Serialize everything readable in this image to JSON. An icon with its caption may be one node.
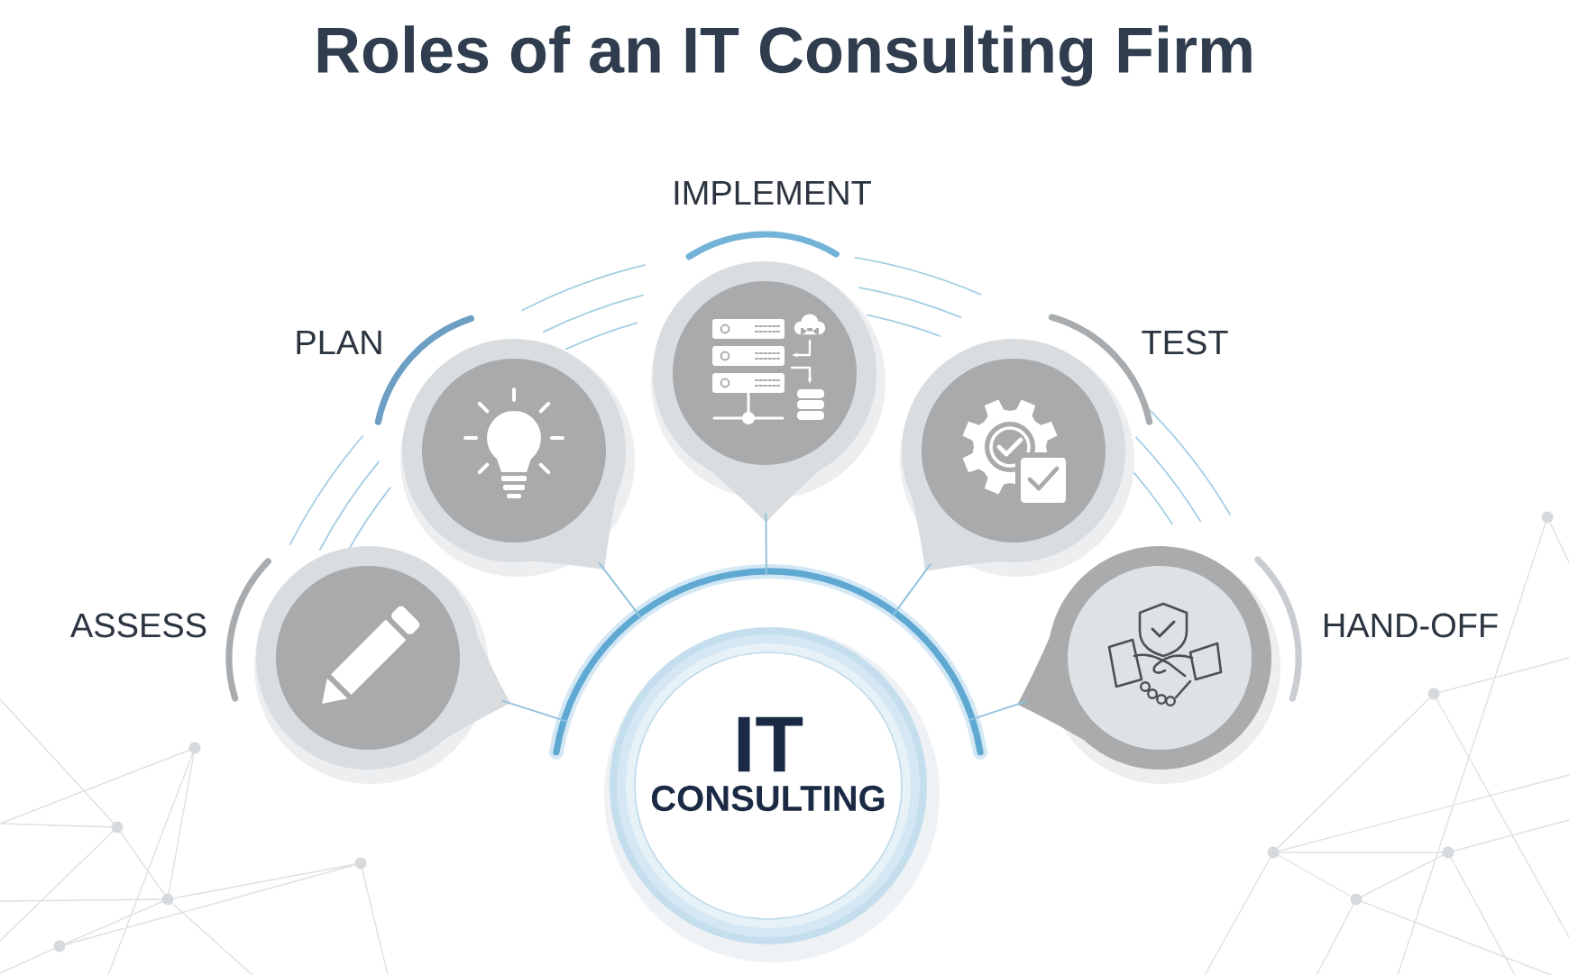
{
  "diagram": {
    "title": "Roles of an IT Consulting Firm",
    "nodes": [
      {
        "text": [
          "ASSESS"
        ]
      },
      {
        "text": [
          "PLAN"
        ]
      },
      {
        "text": [
          "IMPLEMENT"
        ]
      },
      {
        "text": [
          "TEST"
        ]
      },
      {
        "text": [
          "HAND-OFF"
        ]
      },
      {
        "text": [
          "IT",
          "CONSULTING"
        ]
      }
    ],
    "edges": [
      {
        "from": 0,
        "to": 5,
        "arrow": "none"
      },
      {
        "from": 1,
        "to": 5,
        "arrow": "none"
      },
      {
        "from": 2,
        "to": 5,
        "arrow": "none"
      },
      {
        "from": 3,
        "to": 5,
        "arrow": "none"
      },
      {
        "from": 4,
        "to": 5,
        "arrow": "none"
      }
    ]
  }
}
